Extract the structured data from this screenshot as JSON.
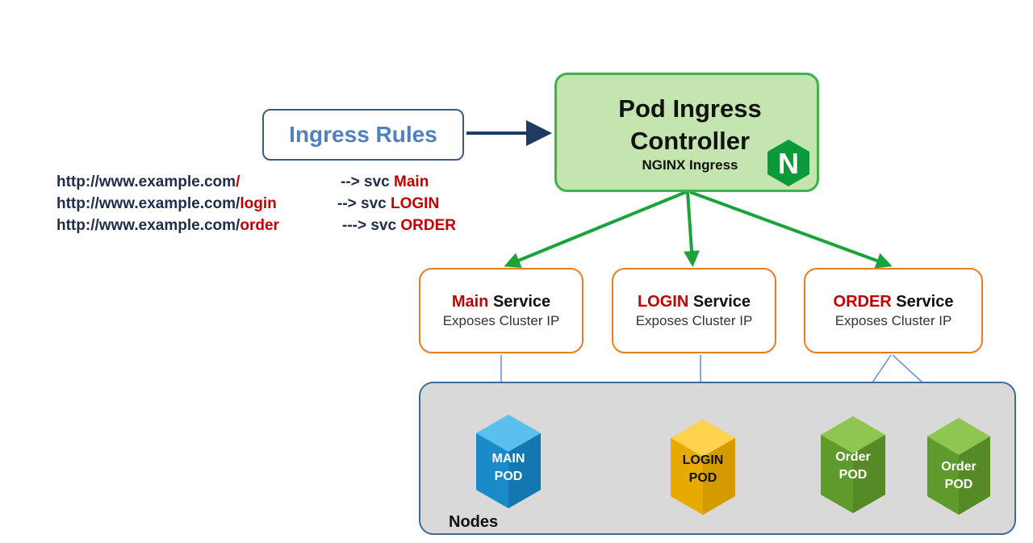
{
  "ingress_rules_label": "Ingress Rules",
  "controller": {
    "title_line1": "Pod Ingress",
    "title_line2": "Controller",
    "subtitle": "NGINX Ingress",
    "logo_letter": "N"
  },
  "rules": [
    {
      "url_base": "http://www.example.com",
      "url_path": "/",
      "arrow": "-->",
      "svc_prefix": "svc",
      "svc_name": "Main"
    },
    {
      "url_base": "http://www.example.com/",
      "url_path": "login",
      "arrow": "-->",
      "svc_prefix": "svc",
      "svc_name": "LOGIN"
    },
    {
      "url_base": "http://www.example.com/",
      "url_path": "order",
      "arrow": "--->",
      "svc_prefix": "svc",
      "svc_name": "ORDER"
    }
  ],
  "services": [
    {
      "name": "Main",
      "suffix": " Service",
      "subtitle": "Exposes Cluster IP"
    },
    {
      "name": "LOGIN",
      "suffix": " Service",
      "subtitle": "Exposes Cluster IP"
    },
    {
      "name": "ORDER",
      "suffix": " Service",
      "subtitle": "Exposes Cluster IP"
    }
  ],
  "nodes_label": "Nodes",
  "pods": [
    {
      "line1": "MAIN",
      "line2": "POD"
    },
    {
      "line1": "LOGIN",
      "line2": "POD"
    },
    {
      "line1": "Order",
      "line2": "POD"
    },
    {
      "line1": "Order",
      "line2": "POD"
    }
  ],
  "colors": {
    "rules_text": "#4f81bd",
    "controller_fill": "#c5e5b0",
    "controller_border": "#3cb34a",
    "service_border": "#e67e22",
    "highlight_red": "#c00000",
    "main_pod": "#1e9ad6",
    "login_pod": "#f0b400",
    "order_pod": "#6aa532",
    "green_arrow": "#19a33a",
    "navy_arrow": "#1f3b63",
    "blue_arrow": "#5b8fcf"
  },
  "icons": [
    "nginx-logo-icon",
    "cube-icon"
  ]
}
